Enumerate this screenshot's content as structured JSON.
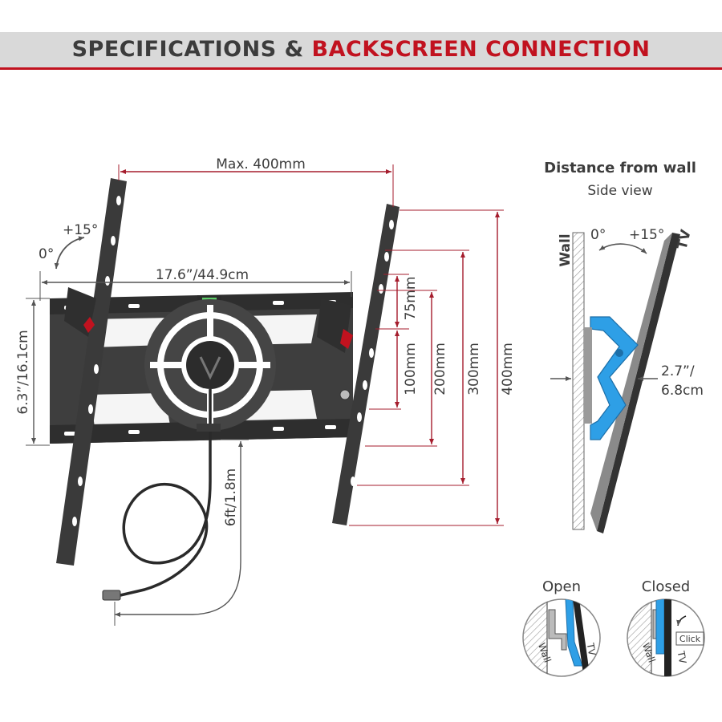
{
  "header": {
    "title_part1": "SPECIFICATIONS & ",
    "title_part2": "BACKSCREEN CONNECTION"
  },
  "main_diagram": {
    "max_width_label": "Max. 400mm",
    "width_label": "17.6”/44.9cm",
    "height_label": "6.3”/16.1cm",
    "tilt_max_label": "+15°",
    "tilt_min_label": "0°",
    "cable_length_label": "6ft/1.8m",
    "vesa_heights": [
      "75mm",
      "100mm",
      "200mm",
      "300mm",
      "400mm"
    ]
  },
  "side_view": {
    "title": "Distance from wall",
    "subtitle": "Side view",
    "wall_label": "Wall",
    "tv_label": "TV",
    "tilt_min_label": "0°",
    "tilt_max_label": "+15°",
    "distance_label_line1": "2.7”/",
    "distance_label_line2": "6.8cm"
  },
  "lock_states": {
    "open_label": "Open",
    "closed_label": "Closed",
    "wall_label": "Wall",
    "tv_label": "TV",
    "click_label": "Click"
  },
  "colors": {
    "accent_red": "#c1121f",
    "dimension_red": "#a51d2d",
    "bracket_blue": "#2e9fe6",
    "metal_dark": "#3a3a3a"
  }
}
